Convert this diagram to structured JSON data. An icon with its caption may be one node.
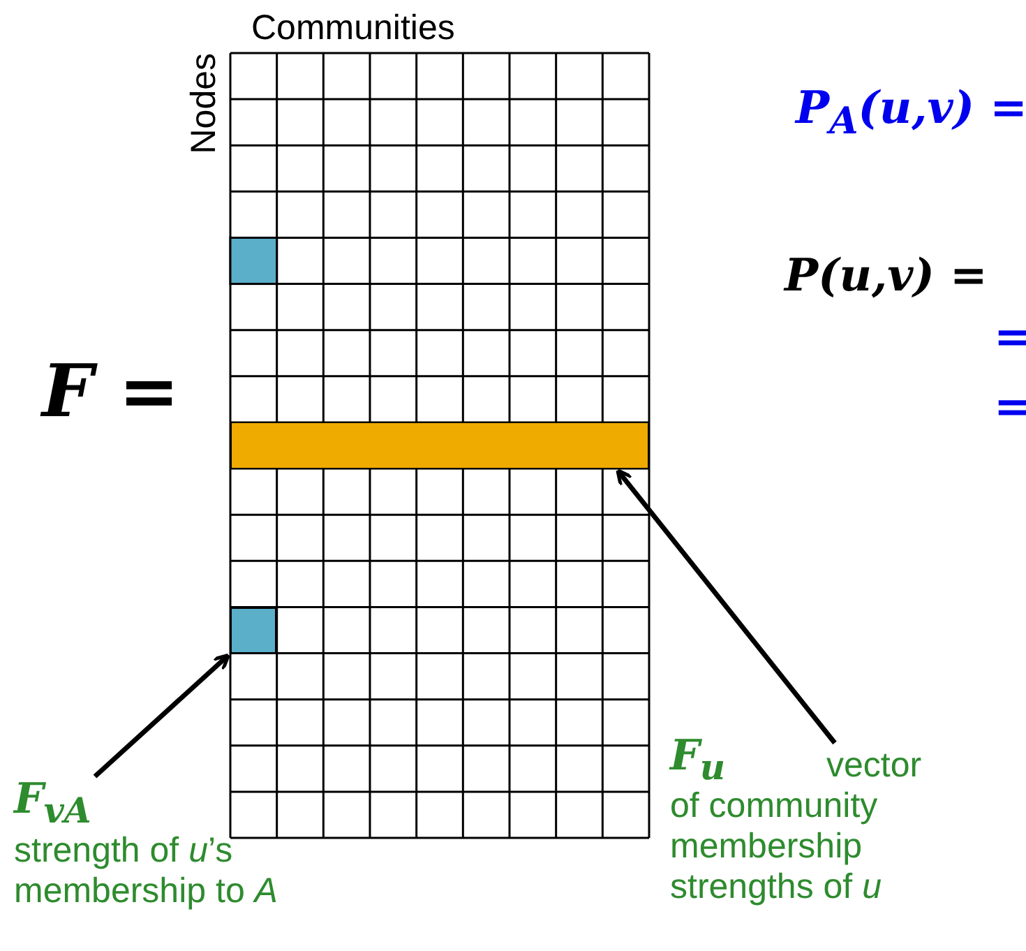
{
  "diagram": {
    "nodes": [
      {
        "text": [
          "F$_{vA}$",
          "strength of *u*’s membership to *A*"
        ]
      },
      {
        "text": [],
        "shape": "box"
      },
      {
        "text": [
          "F$_{u}$",
          "vector of community membership strengths of *u*"
        ]
      },
      {
        "text": [],
        "shape": "bar"
      }
    ],
    "edges": [
      {
        "from": 0,
        "to": 1,
        "arrow": "to"
      },
      {
        "from": 2,
        "to": 3,
        "arrow": "to"
      }
    ],
    "labels": [
      "Communities",
      "Nodes",
      "F =",
      "P$_{A}$(u,v) =",
      "P(u,v) =",
      "=",
      "="
    ]
  }
}
